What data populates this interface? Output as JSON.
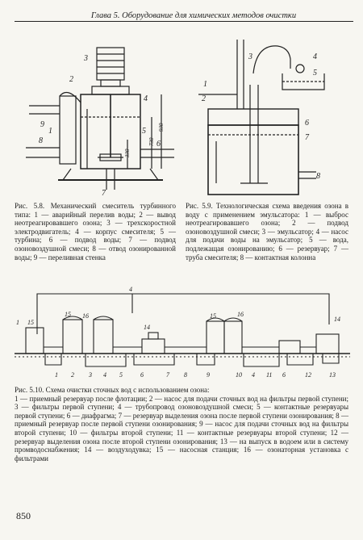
{
  "header": {
    "running_title": "Глава 5. Оборудование для химических методов очистки"
  },
  "fig58": {
    "title": "Рис. 5.8. Механический смеситель турбинного типа:",
    "legend": "1 — аварийный перелив воды; 2 — вывод неотреагировавшего озона; 3 — трехскоростной электродвигатель; 4 — корпус смесителя; 5 — турбина; 6 — подвод воды; 7 — подвод озоновоздушной смеси; 8 — отвод озонированной воды; 9 — переливная стенка",
    "labels": [
      "1",
      "2",
      "3",
      "4",
      "5",
      "6",
      "7",
      "8",
      "9"
    ],
    "dims": [
      "930",
      "730",
      "330"
    ]
  },
  "fig59": {
    "title": "Рис. 5.9. Технологическая схема введения озона в воду с применением эмульсатора:",
    "legend": "1 — выброс неотреагировавшего озона; 2 — подвод озоновоздушной смеси; 3 — эмульсатор; 4 — насос для подачи воды на эмульсатор; 5 — вода, подлежащая озонированию; 6 — резервуар; 7 — труба смесителя; 8 — контактная колонна",
    "labels": [
      "1",
      "2",
      "3",
      "4",
      "5",
      "6",
      "7",
      "8"
    ]
  },
  "fig510": {
    "title": "Рис. 5.10. Схема очистки сточных вод с использованием озона:",
    "legend": "1 — приемный резервуар после флотации; 2 — насос для подачи сточных вод на фильтры первой ступени; 3 — фильтры первой ступени; 4 — трубопровод озоновоздушной смеси; 5 — контактные резервуары первой ступени; 6 — диафрагма; 7 — резервуар выделения озона после первой ступени озонирования; 8 — приемный резервуар после первой ступени озонирования; 9 — насос для подачи сточных вод на фильтры второй ступени; 10 — фильтры второй ступени; 11 — контактные резервуары второй ступени; 12 — резервуар выделения озона после второй ступени озонирования; 13 — на выпуск в водоем или в систему промводоснабжения; 14 — воздуходувка; 15 — насосная станция; 16 — озонаторная установка с фильтрами",
    "top_labels": [
      "4",
      "16",
      "15",
      "14",
      "16",
      "15",
      "14",
      "1",
      "15"
    ],
    "bottom_labels": [
      "1",
      "2",
      "3",
      "4",
      "5",
      "6",
      "7",
      "8",
      "9",
      "10",
      "4",
      "11",
      "6",
      "12",
      "13"
    ]
  },
  "page": {
    "number": "850"
  }
}
